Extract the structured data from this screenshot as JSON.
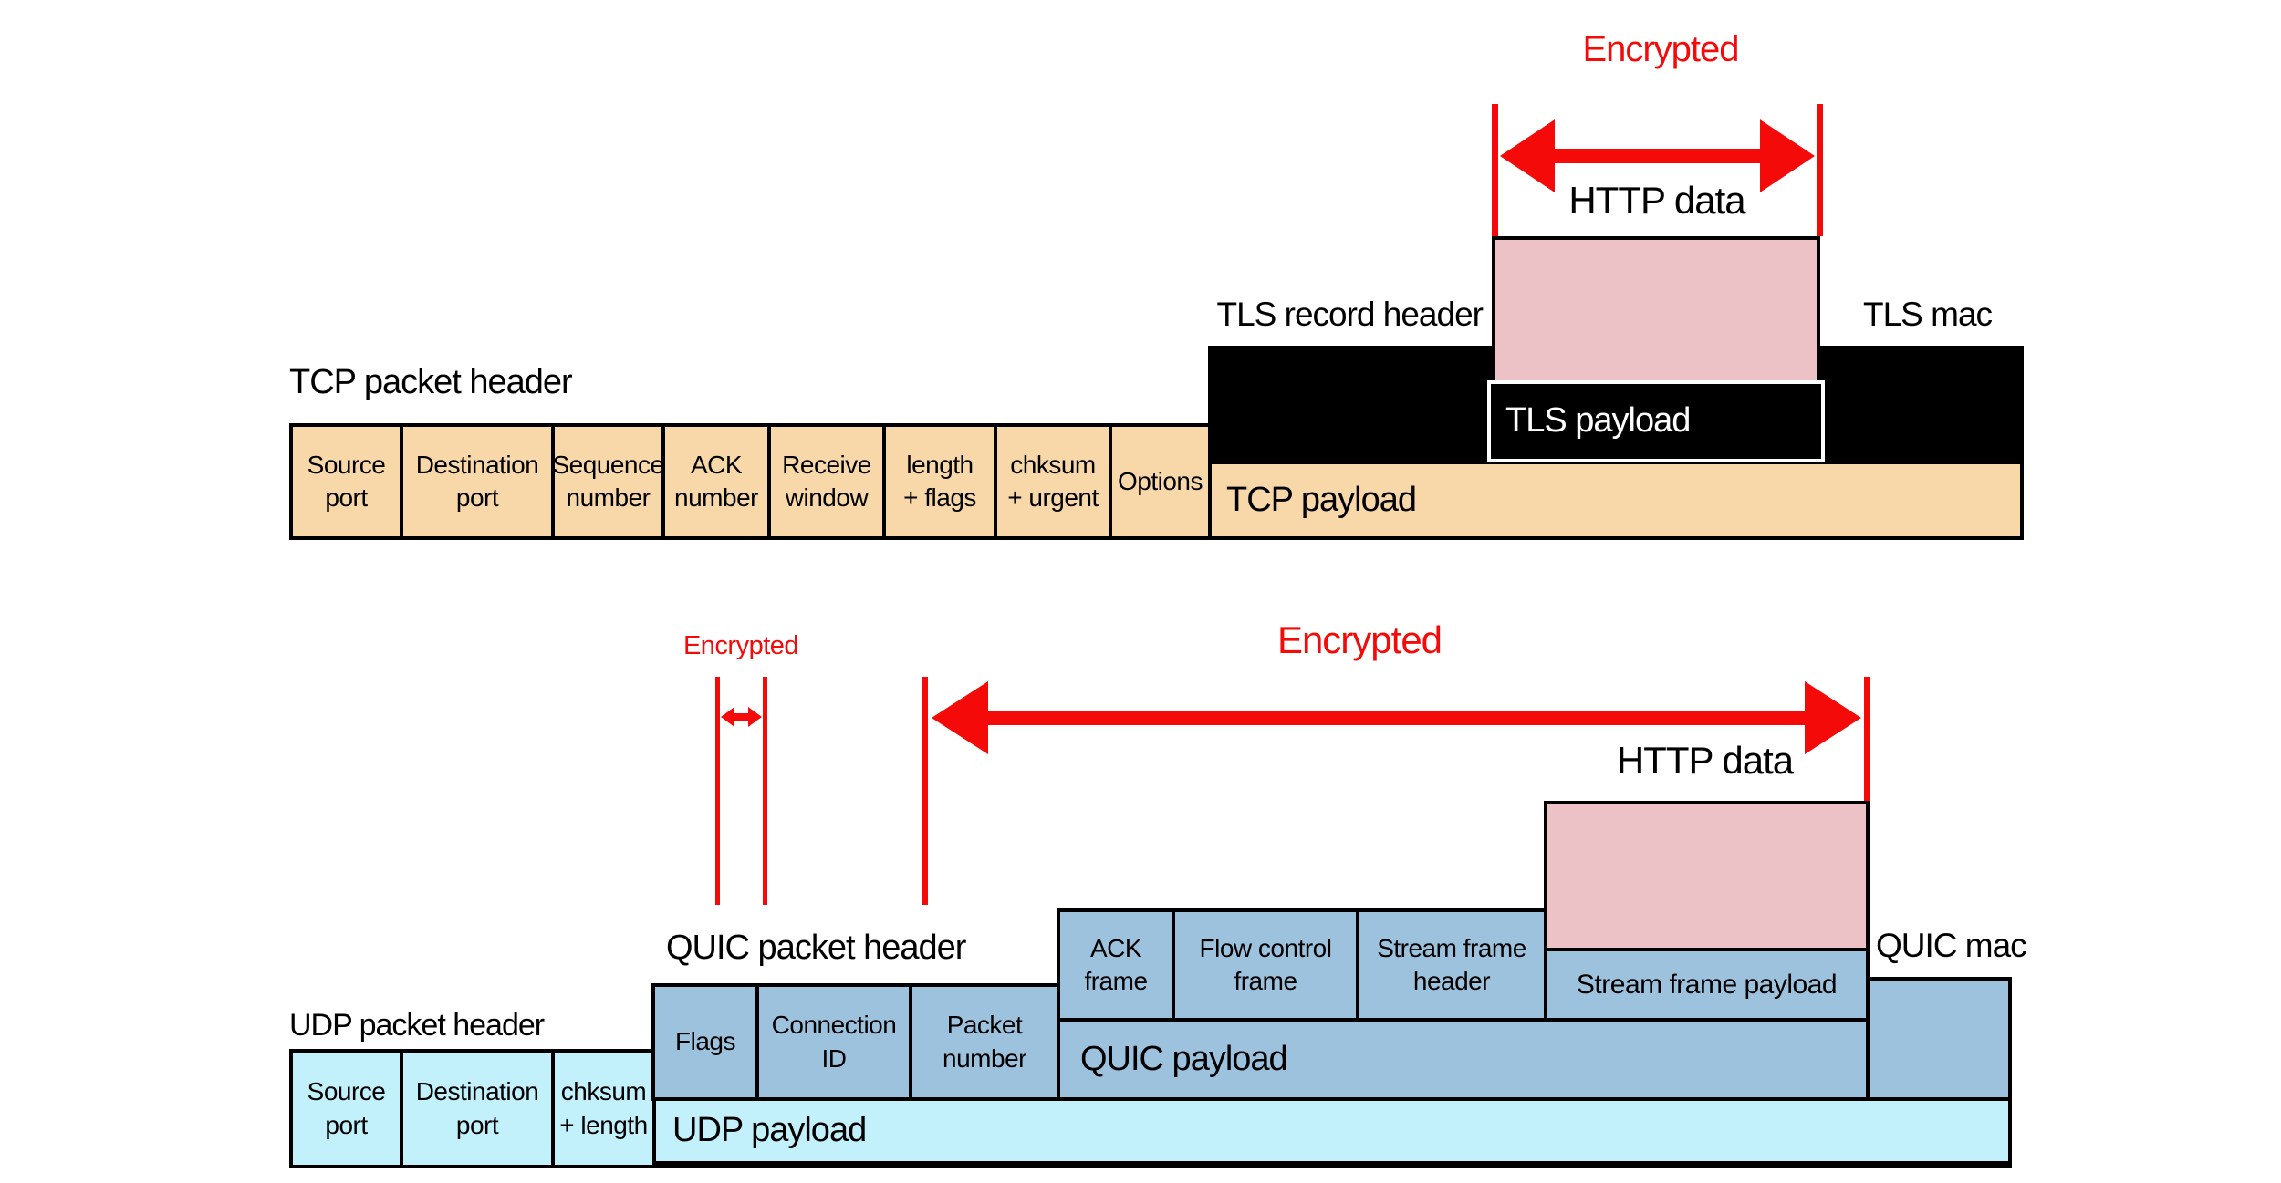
{
  "colors": {
    "tan": "#f8d8a8",
    "pink": "#edc2c6",
    "blue": "#9dc2dd",
    "cyan": "#c2f0fb",
    "red": "#f50a0a",
    "black": "#000000"
  },
  "tcp": {
    "title": "TCP packet header",
    "encrypted": "Encrypted",
    "http_data": "HTTP data",
    "tls_record_header": "TLS record header",
    "tls_mac": "TLS mac",
    "tls_payload": "TLS payload",
    "payload": "TCP payload",
    "cells": [
      "Source\nport",
      "Destination\nport",
      "Sequence\nnumber",
      "ACK\nnumber",
      "Receive\nwindow",
      "length\n+ flags",
      "chksum\n+ urgent",
      "Options"
    ]
  },
  "quic": {
    "udp_title": "UDP packet header",
    "title": "QUIC packet header",
    "encrypted_small": "Encrypted",
    "encrypted_big": "Encrypted",
    "http_data": "HTTP data",
    "quic_mac": "QUIC mac",
    "udp_cells": [
      "Source\nport",
      "Destination\nport",
      "chksum\n+ length"
    ],
    "header_cells": [
      "Flags",
      "Connection\nID",
      "Packet\nnumber"
    ],
    "frame_cells": [
      "ACK\nframe",
      "Flow control\nframe",
      "Stream frame\nheader"
    ],
    "stream_frame_payload": "Stream frame payload",
    "quic_payload": "QUIC payload",
    "udp_payload": "UDP payload"
  }
}
